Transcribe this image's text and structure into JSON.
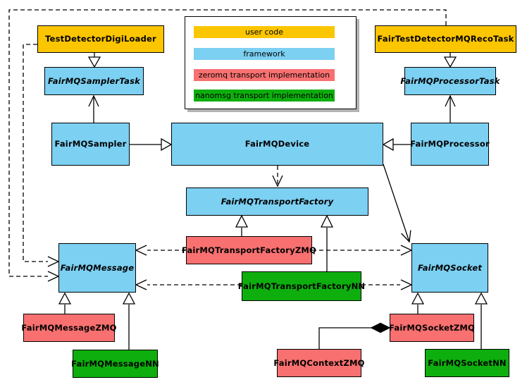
{
  "colors": {
    "user_code": "#fbc500",
    "framework": "#7cd0f2",
    "zeromq": "#f87070",
    "nanomsg": "#0dae0d",
    "line": "#000000",
    "background": "#ffffff"
  },
  "legend": {
    "items": [
      {
        "label": "user code",
        "color": "#fbc500"
      },
      {
        "label": "framework",
        "color": "#7cd0f2"
      },
      {
        "label": "zeromq transport implementation",
        "color": "#f87070"
      },
      {
        "label": "nanomsg transport implementation",
        "color": "#0dae0d"
      }
    ]
  },
  "nodes": {
    "test_detector_digi_loader": "TestDetectorDigiLoader",
    "fair_test_detector_mq_reco_task": "FairTestDetectorMQRecoTask",
    "fair_mq_sampler_task": "FairMQSamplerTask",
    "fair_mq_processor_task": "FairMQProcessorTask",
    "fair_mq_sampler": "FairMQSampler",
    "fair_mq_device": "FairMQDevice",
    "fair_mq_processor": "FairMQProcessor",
    "fair_mq_transport_factory": "FairMQTransportFactory",
    "fair_mq_transport_factory_zmq": "FairMQTransportFactoryZMQ",
    "fair_mq_transport_factory_nn": "FairMQTransportFactoryNN",
    "fair_mq_message": "FairMQMessage",
    "fair_mq_socket": "FairMQSocket",
    "fair_mq_message_zmq": "FairMQMessageZMQ",
    "fair_mq_message_nn": "FairMQMessageNN",
    "fair_mq_socket_zmq": "FairMQSocketZMQ",
    "fair_mq_socket_nn": "FairMQSocketNN",
    "fair_mq_context_zmq": "FairMQContextZMQ"
  }
}
